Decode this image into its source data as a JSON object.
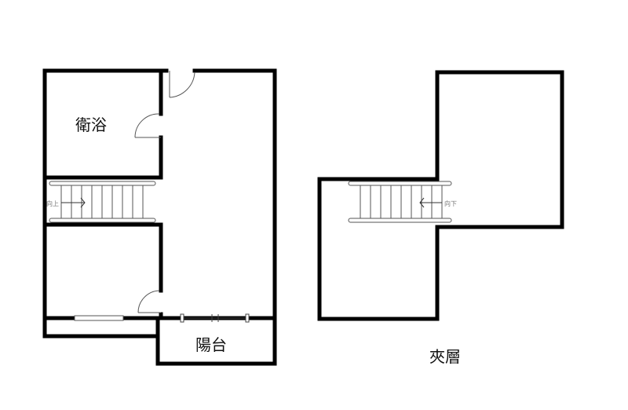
{
  "rooms": {
    "bathroom": "衛浴",
    "balcony": "陽台",
    "mezzanine": "夾層"
  },
  "stairs": {
    "left_label": "向上",
    "right_label": "向下"
  }
}
